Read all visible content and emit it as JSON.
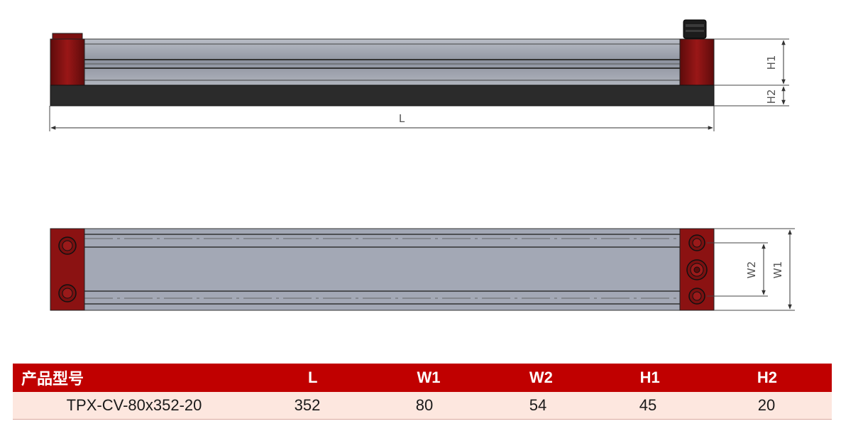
{
  "dimensions": {
    "L": "L",
    "H1": "H1",
    "H2": "H2",
    "W1": "W1",
    "W2": "W2"
  },
  "table": {
    "headers": [
      "产品型号",
      "L",
      "W1",
      "W2",
      "H1",
      "H2"
    ],
    "rows": [
      [
        "TPX-CV-80x352-20",
        "352",
        "80",
        "54",
        "45",
        "20"
      ]
    ]
  },
  "colors": {
    "header_bg": "#c00000",
    "row_bg": "#fde7df",
    "end_cap": "#8b1212",
    "profile": "#9aa0ad",
    "base": "#2b2b2b"
  }
}
